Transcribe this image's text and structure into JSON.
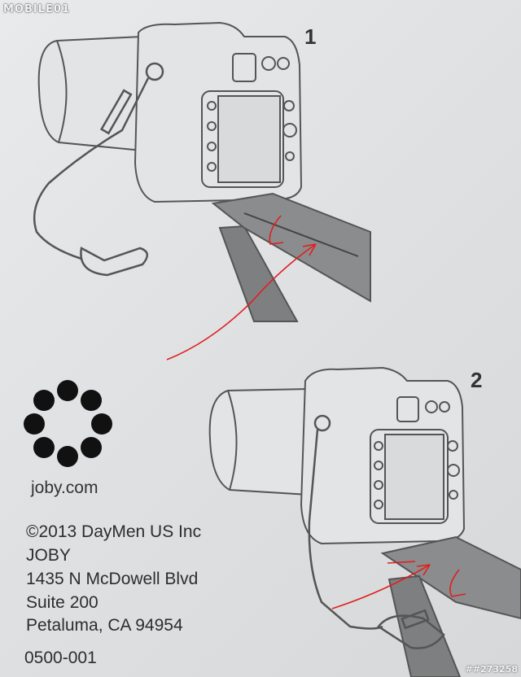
{
  "watermark": {
    "top": "MOBILE01",
    "bottom": "##273258"
  },
  "steps": {
    "one": "1",
    "two": "2"
  },
  "brand": {
    "url": "joby.com"
  },
  "address": {
    "copyright": "©2013 DayMen US Inc",
    "company": "JOBY",
    "street": "1435 N McDowell Blvd",
    "suite": "Suite 200",
    "city": "Petaluma, CA 94954",
    "part_number": "0500-001"
  },
  "colors": {
    "annotation": "#e02020",
    "line_art": "#555555",
    "strap": "#7d7f80",
    "dots": "#111111"
  }
}
